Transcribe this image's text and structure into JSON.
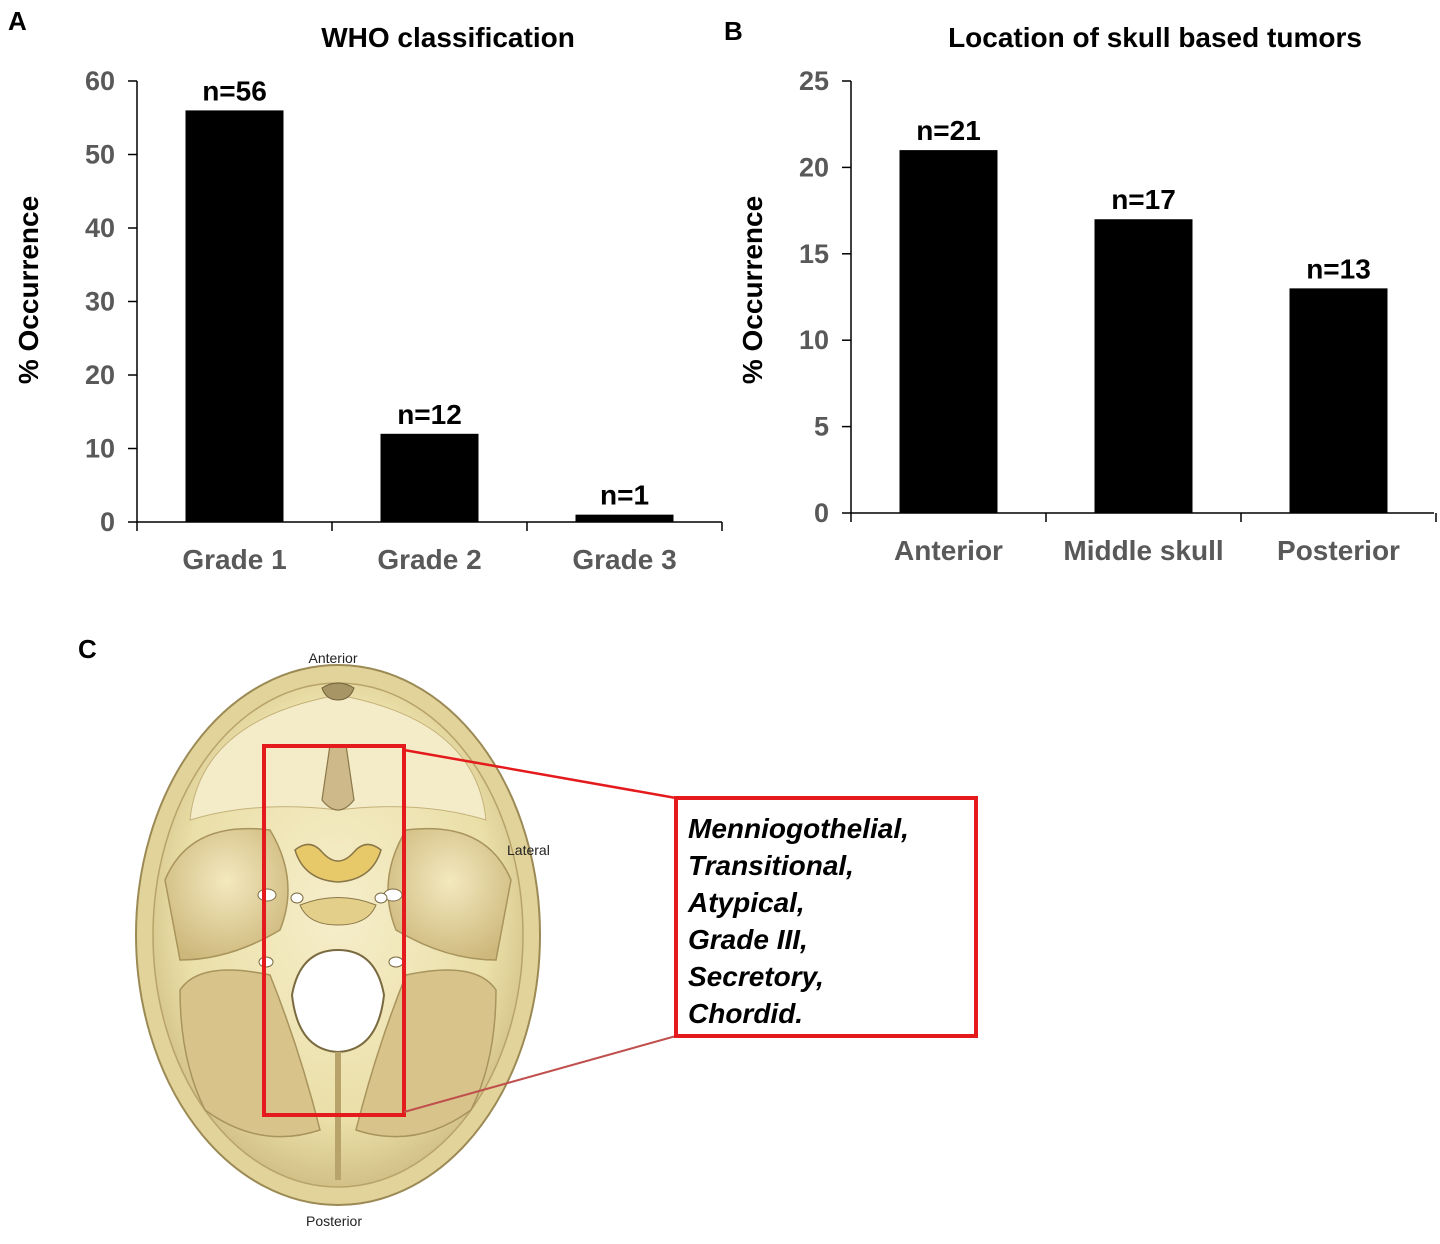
{
  "panels": {
    "a": "A",
    "b": "B",
    "c": "C"
  },
  "chart_data": [
    {
      "type": "bar",
      "title": "WHO classification",
      "ylabel": "% Occurrence",
      "xlabel": "",
      "categories": [
        "Grade 1",
        "Grade 2",
        "Grade 3"
      ],
      "values": [
        56,
        12,
        1
      ],
      "data_labels": [
        "n=56",
        "n=12",
        "n=1"
      ],
      "ylim": [
        0,
        60
      ],
      "yticks": [
        0,
        10,
        20,
        30,
        40,
        50,
        60
      ],
      "bar_color": "#000000",
      "grid": false,
      "legend": "none"
    },
    {
      "type": "bar",
      "title": "Location of skull based tumors",
      "ylabel": "% Occurrence",
      "xlabel": "",
      "categories": [
        "Anterior",
        "Middle skull",
        "Posterior"
      ],
      "values": [
        21,
        17,
        13
      ],
      "data_labels": [
        "n=21",
        "n=17",
        "n=13"
      ],
      "ylim": [
        0,
        25
      ],
      "yticks": [
        0,
        5,
        10,
        15,
        20,
        25
      ],
      "bar_color": "#000000",
      "grid": false,
      "legend": "none"
    }
  ],
  "skull": {
    "label_anterior": "Anterior",
    "label_lateral": "Lateral",
    "label_posterior": "Posterior",
    "highlight_color": "#e41a1c",
    "bone_color": "#efe4b0",
    "box_lines": [
      "Menniogothelial,",
      "Transitional,",
      "Atypical,",
      "Grade III,",
      "Secretory,",
      "Chordid."
    ]
  }
}
